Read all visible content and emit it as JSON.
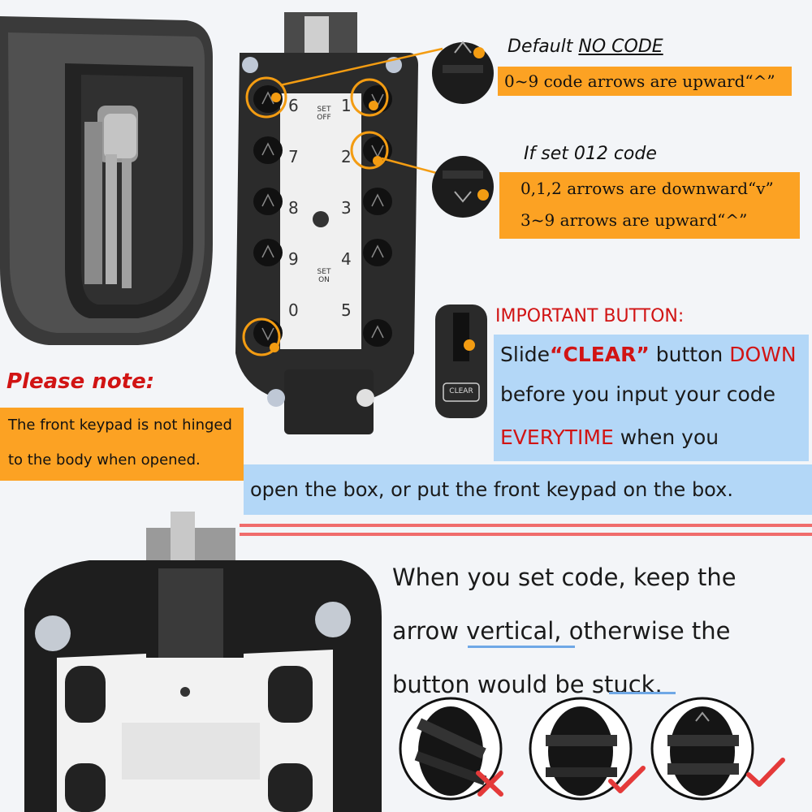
{
  "note": {
    "heading": "Please note:",
    "line1": "The front keypad is not hinged",
    "line2": "to the body when opened."
  },
  "default_callout": {
    "title_prefix": "Default ",
    "title_emph": "NO CODE",
    "line": "0~9 code arrows are upward“^”"
  },
  "set_callout": {
    "title": "If set 012 code",
    "line1": "0,1,2 arrows are downward“v”",
    "line2": "3~9 arrows are upward“^”"
  },
  "important": {
    "heading": "IMPORTANT BUTTON:",
    "slide": "Slide",
    "clear_quoted": "“CLEAR”",
    "button_word": " button ",
    "down": "DOWN",
    "line2": "before you input your code",
    "everytime": "EVERYTIME",
    "when_you": " when you",
    "line4": "open the box, or put the front keypad on the box."
  },
  "vertical_tip": {
    "line1": "When you set code, keep the",
    "line2": "arrow vertical, otherwise the",
    "line3": "button would be stuck."
  },
  "keypad": {
    "left_numbers": [
      "6",
      "7",
      "8",
      "9",
      "0"
    ],
    "right_numbers": [
      "1",
      "2",
      "3",
      "4",
      "5"
    ],
    "set_off": "SET\nOFF",
    "set_on": "SET\nON"
  },
  "clear_button_label": "CLEAR",
  "icons": {
    "arrow_up": "caret-up-icon",
    "arrow_down": "caret-down-icon",
    "wrong": "cross-icon",
    "right": "checkmark-icon"
  },
  "colors": {
    "orange": "#fca223",
    "blue": "#b3d7f7",
    "red": "#d11414",
    "body": "#2a2a2a"
  }
}
